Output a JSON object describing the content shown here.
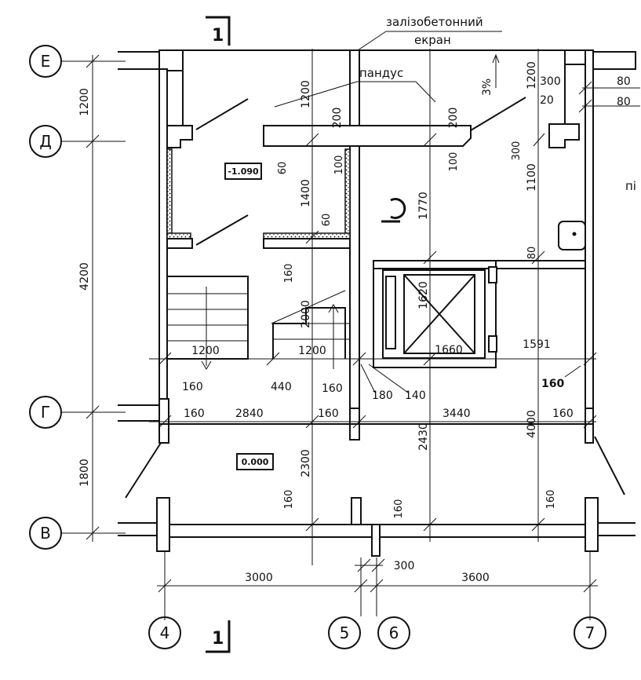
{
  "section_marker": {
    "top": "1",
    "bottom": "1"
  },
  "notes": {
    "screen_line1": "залізобетонний",
    "screen_line2": "екран",
    "ramp": "пандус",
    "slope": "3%",
    "partial_right": "пі"
  },
  "levels": {
    "lower": "-1.090",
    "ground": "0.000"
  },
  "axes": {
    "rows": [
      "Е",
      "Д",
      "Г",
      "В"
    ],
    "cols": [
      "4",
      "5",
      "6",
      "7"
    ]
  },
  "row_dims": {
    "e_d": "1200",
    "d_g": "4200",
    "g_v": "1800"
  },
  "col_dims": {
    "c4_5": "3000",
    "c5_6": "300",
    "c6_7": "3600"
  },
  "dims": {
    "v_1200_left": "1200",
    "v_1200_right": "1200",
    "h_200_left": "200",
    "h_200_right": "200",
    "v_60_top": "60",
    "v_60_bottom": "60",
    "v_100_left": "100",
    "v_100_right": "100",
    "v_1400": "1400",
    "v_1770": "1770",
    "v_300_mid": "300",
    "v_1100": "1100",
    "t_300": "300",
    "t_80_a": "80",
    "t_20": "20",
    "t_80_b": "80",
    "v_80_lift": "80",
    "v_160_stair": "160",
    "v_2000": "2000",
    "v_1620": "1620",
    "h_1660": "1660",
    "h_1591": "1591",
    "h_1200_left": "1200",
    "h_1200_right": "1200",
    "h_160_a": "160",
    "h_440": "440",
    "h_160_b": "160",
    "h_180": "180",
    "h_140": "140",
    "h_160_bold": "160",
    "g_160_a": "160",
    "g_2840": "2840",
    "g_160_b": "160",
    "g_3440": "3440",
    "g_160_c": "160",
    "v_4000": "4000",
    "v_2300": "2300",
    "v_2430": "2430",
    "v_160_b1": "160",
    "v_160_b2": "160",
    "v_160_b3": "160"
  }
}
